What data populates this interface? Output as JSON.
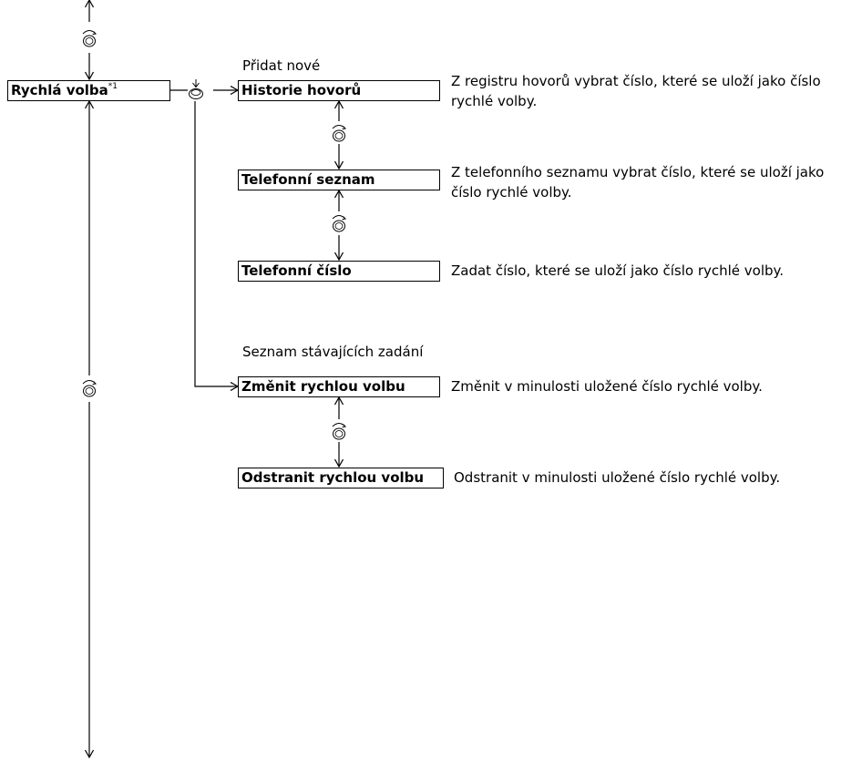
{
  "root": {
    "label": "Rychlá volba",
    "footnote": "*1"
  },
  "groups": {
    "add_new": "Přidat nové",
    "existing": "Seznam stávajících zadání"
  },
  "items": [
    {
      "label": "Historie hovorů",
      "desc": "Z registru hovorů vybrat číslo, které se uloží jako číslo rychlé volby."
    },
    {
      "label": "Telefonní seznam",
      "desc": "Z telefonního seznamu vybrat číslo, které se uloží jako číslo rychlé volby."
    },
    {
      "label": "Telefonní číslo",
      "desc": "Zadat číslo, které se uloží jako číslo rychlé volby."
    },
    {
      "label": "Změnit rychlou volbu",
      "desc": "Změnit v minulosti uložené číslo rychlé volby."
    },
    {
      "label": "Odstranit rychlou volbu",
      "desc": "Odstranit v minulosti uložené číslo rychlé volby."
    }
  ],
  "icons": {
    "rotate": "rotate-knob-icon",
    "press": "press-knob-icon"
  },
  "colors": {
    "line": "#000000",
    "background": "#ffffff"
  }
}
